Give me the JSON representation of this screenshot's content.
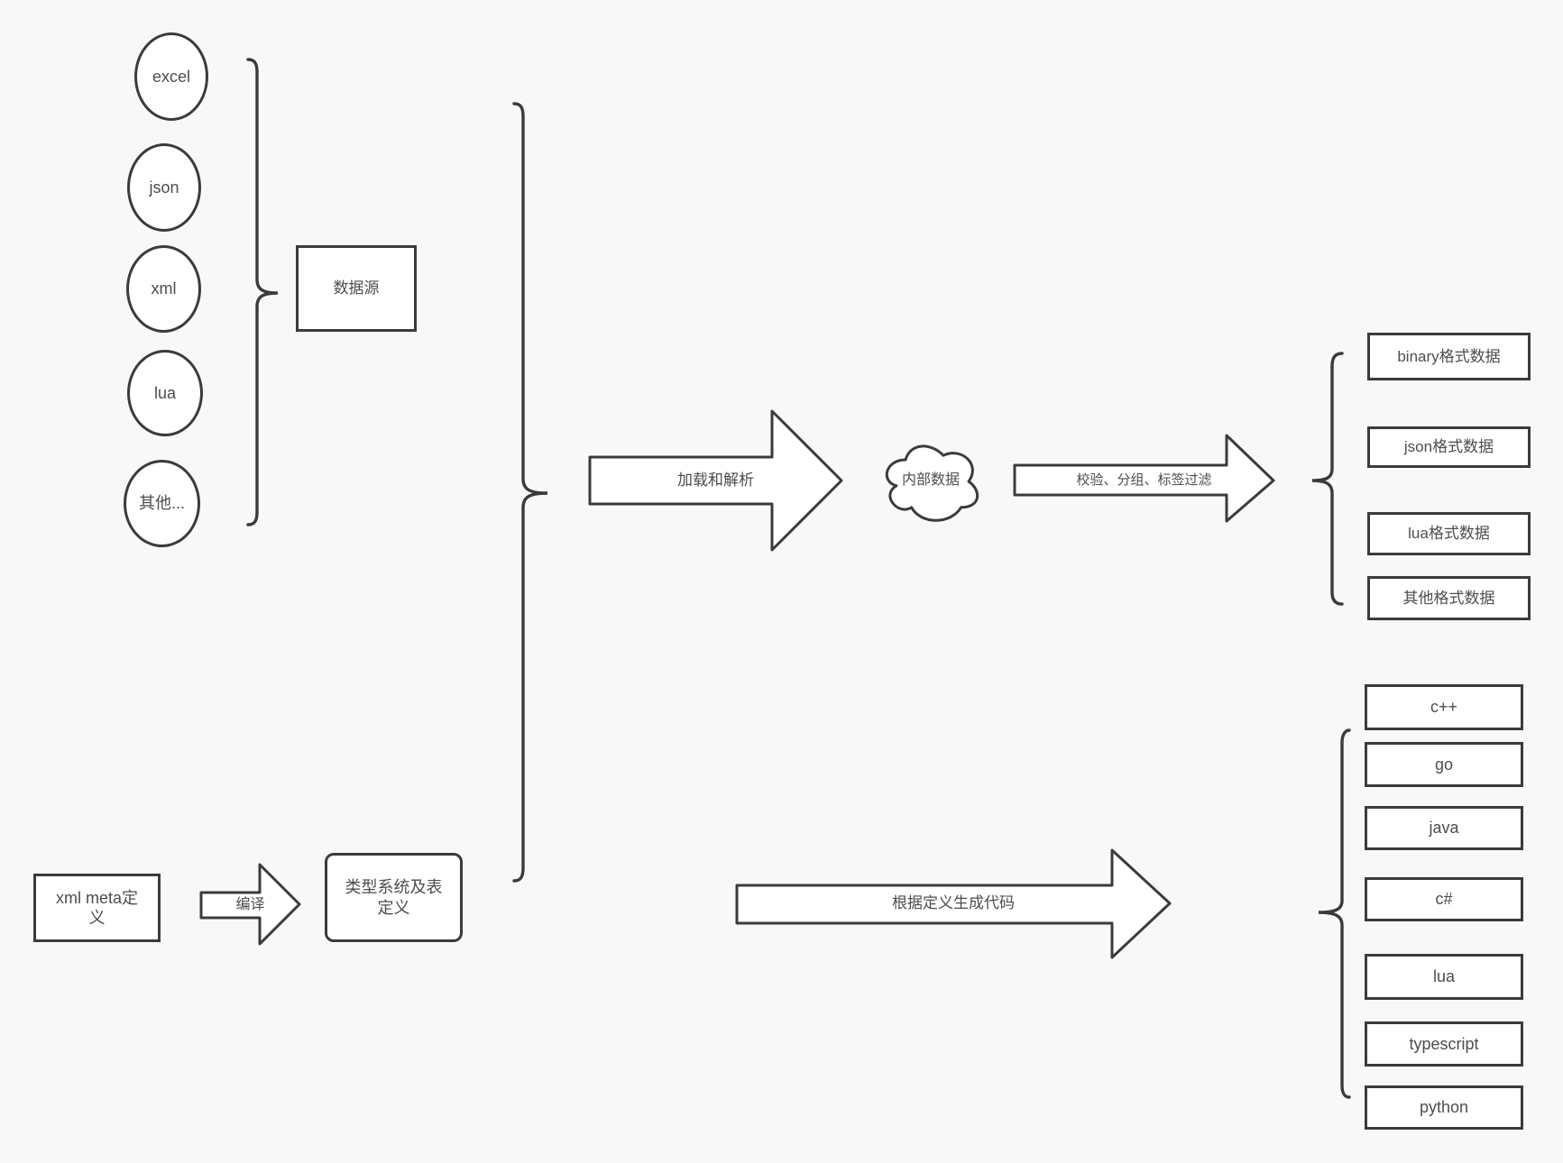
{
  "colors": {
    "background": "#f8f8f8",
    "stroke": "#3b3b3b",
    "fill": "#ffffff",
    "text": "#4d4d4d"
  },
  "sources": {
    "items": [
      {
        "label": "excel"
      },
      {
        "label": "json"
      },
      {
        "label": "xml"
      },
      {
        "label": "lua"
      },
      {
        "label": "其他..."
      }
    ],
    "group_box": "数据源"
  },
  "flows": {
    "load_parse": "加载和解析",
    "validate_filter": "校验、分组、标签过滤",
    "compile": "编译",
    "generate_code": "根据定义生成代码"
  },
  "internal_data": "内部数据",
  "outputs": {
    "items": [
      {
        "label": "binary格式数据"
      },
      {
        "label": "json格式数据"
      },
      {
        "label": "lua格式数据"
      },
      {
        "label": "其他格式数据"
      }
    ]
  },
  "meta": {
    "xml_meta": "xml meta定义",
    "type_system": "类型系统及表定义"
  },
  "languages": {
    "items": [
      {
        "label": "c++"
      },
      {
        "label": "go"
      },
      {
        "label": "java"
      },
      {
        "label": "c#"
      },
      {
        "label": "lua"
      },
      {
        "label": "typescript"
      },
      {
        "label": "python"
      }
    ]
  }
}
